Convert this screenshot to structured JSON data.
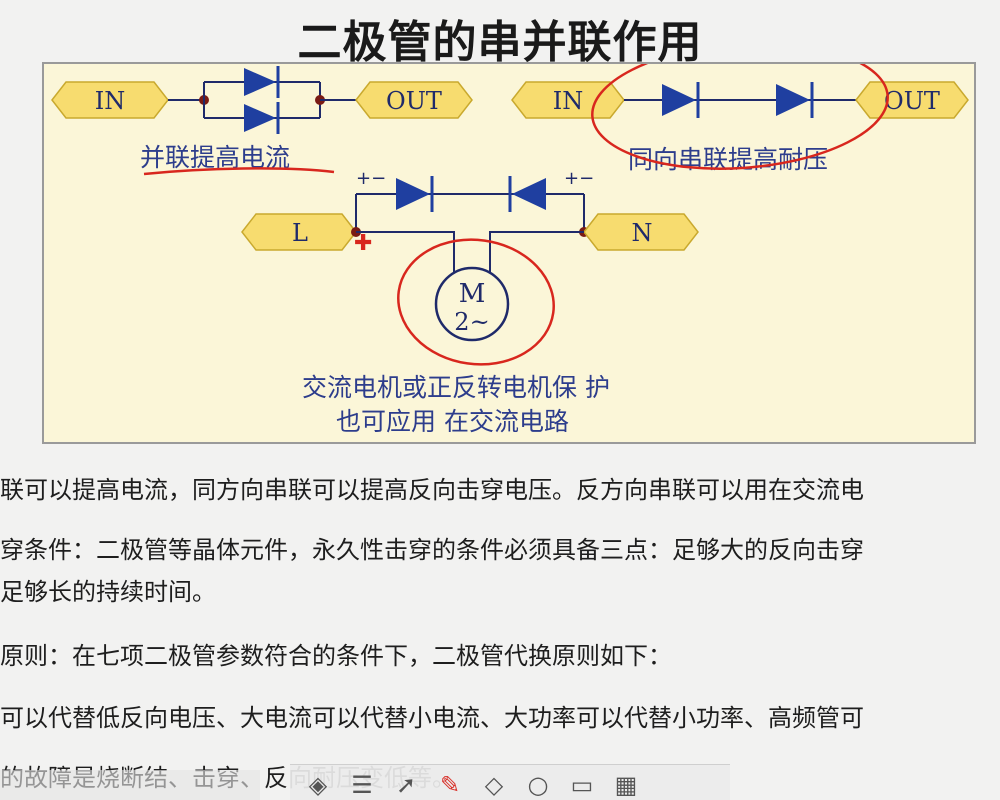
{
  "slide": {
    "title": "二极管的串并联作用"
  },
  "diagram": {
    "parallel": {
      "in": "IN",
      "out": "OUT",
      "caption": "并联提高电流"
    },
    "series": {
      "in": "IN",
      "out": "OUT",
      "caption": "同向串联提高耐压"
    },
    "ac": {
      "left_tag": "L",
      "right_tag": "N",
      "polarity_left": "+−",
      "polarity_right": "+−",
      "motor_top": "M",
      "motor_bottom": "2~",
      "caption_line1": "交流电机或正反转电机保 护",
      "caption_line2": "也可应用 在交流电路"
    },
    "colors": {
      "background": "#fbf6d8",
      "tag_fill": "#f7dc6f",
      "wire": "#1f2a6a",
      "diode": "#1f3fa0",
      "annotation": "#d8271e",
      "node": "#7a1b14"
    }
  },
  "paragraphs": [
    "联可以提高电流，同方向串联可以提高反向击穿电压。反方向串联可以用在交流电",
    "穿条件：二极管等晶体元件，永久性击穿的条件必须具备三点：足够大的反向击穿",
    "足够长的持续时间。",
    "原则：在七项二极管参数符合的条件下，二极管代换原则如下：",
    "可以代替低反向电压、大电流可以代替小电流、大功率可以代替小功率、高频管可",
    "的故障是烧断结、击穿、反向耐压变低等。"
  ],
  "toolbar": {
    "tools": [
      "layers-icon",
      "list-icon",
      "pointer-icon",
      "pen-icon",
      "eraser-icon",
      "zoom-icon",
      "board-icon",
      "grid-icon"
    ]
  }
}
